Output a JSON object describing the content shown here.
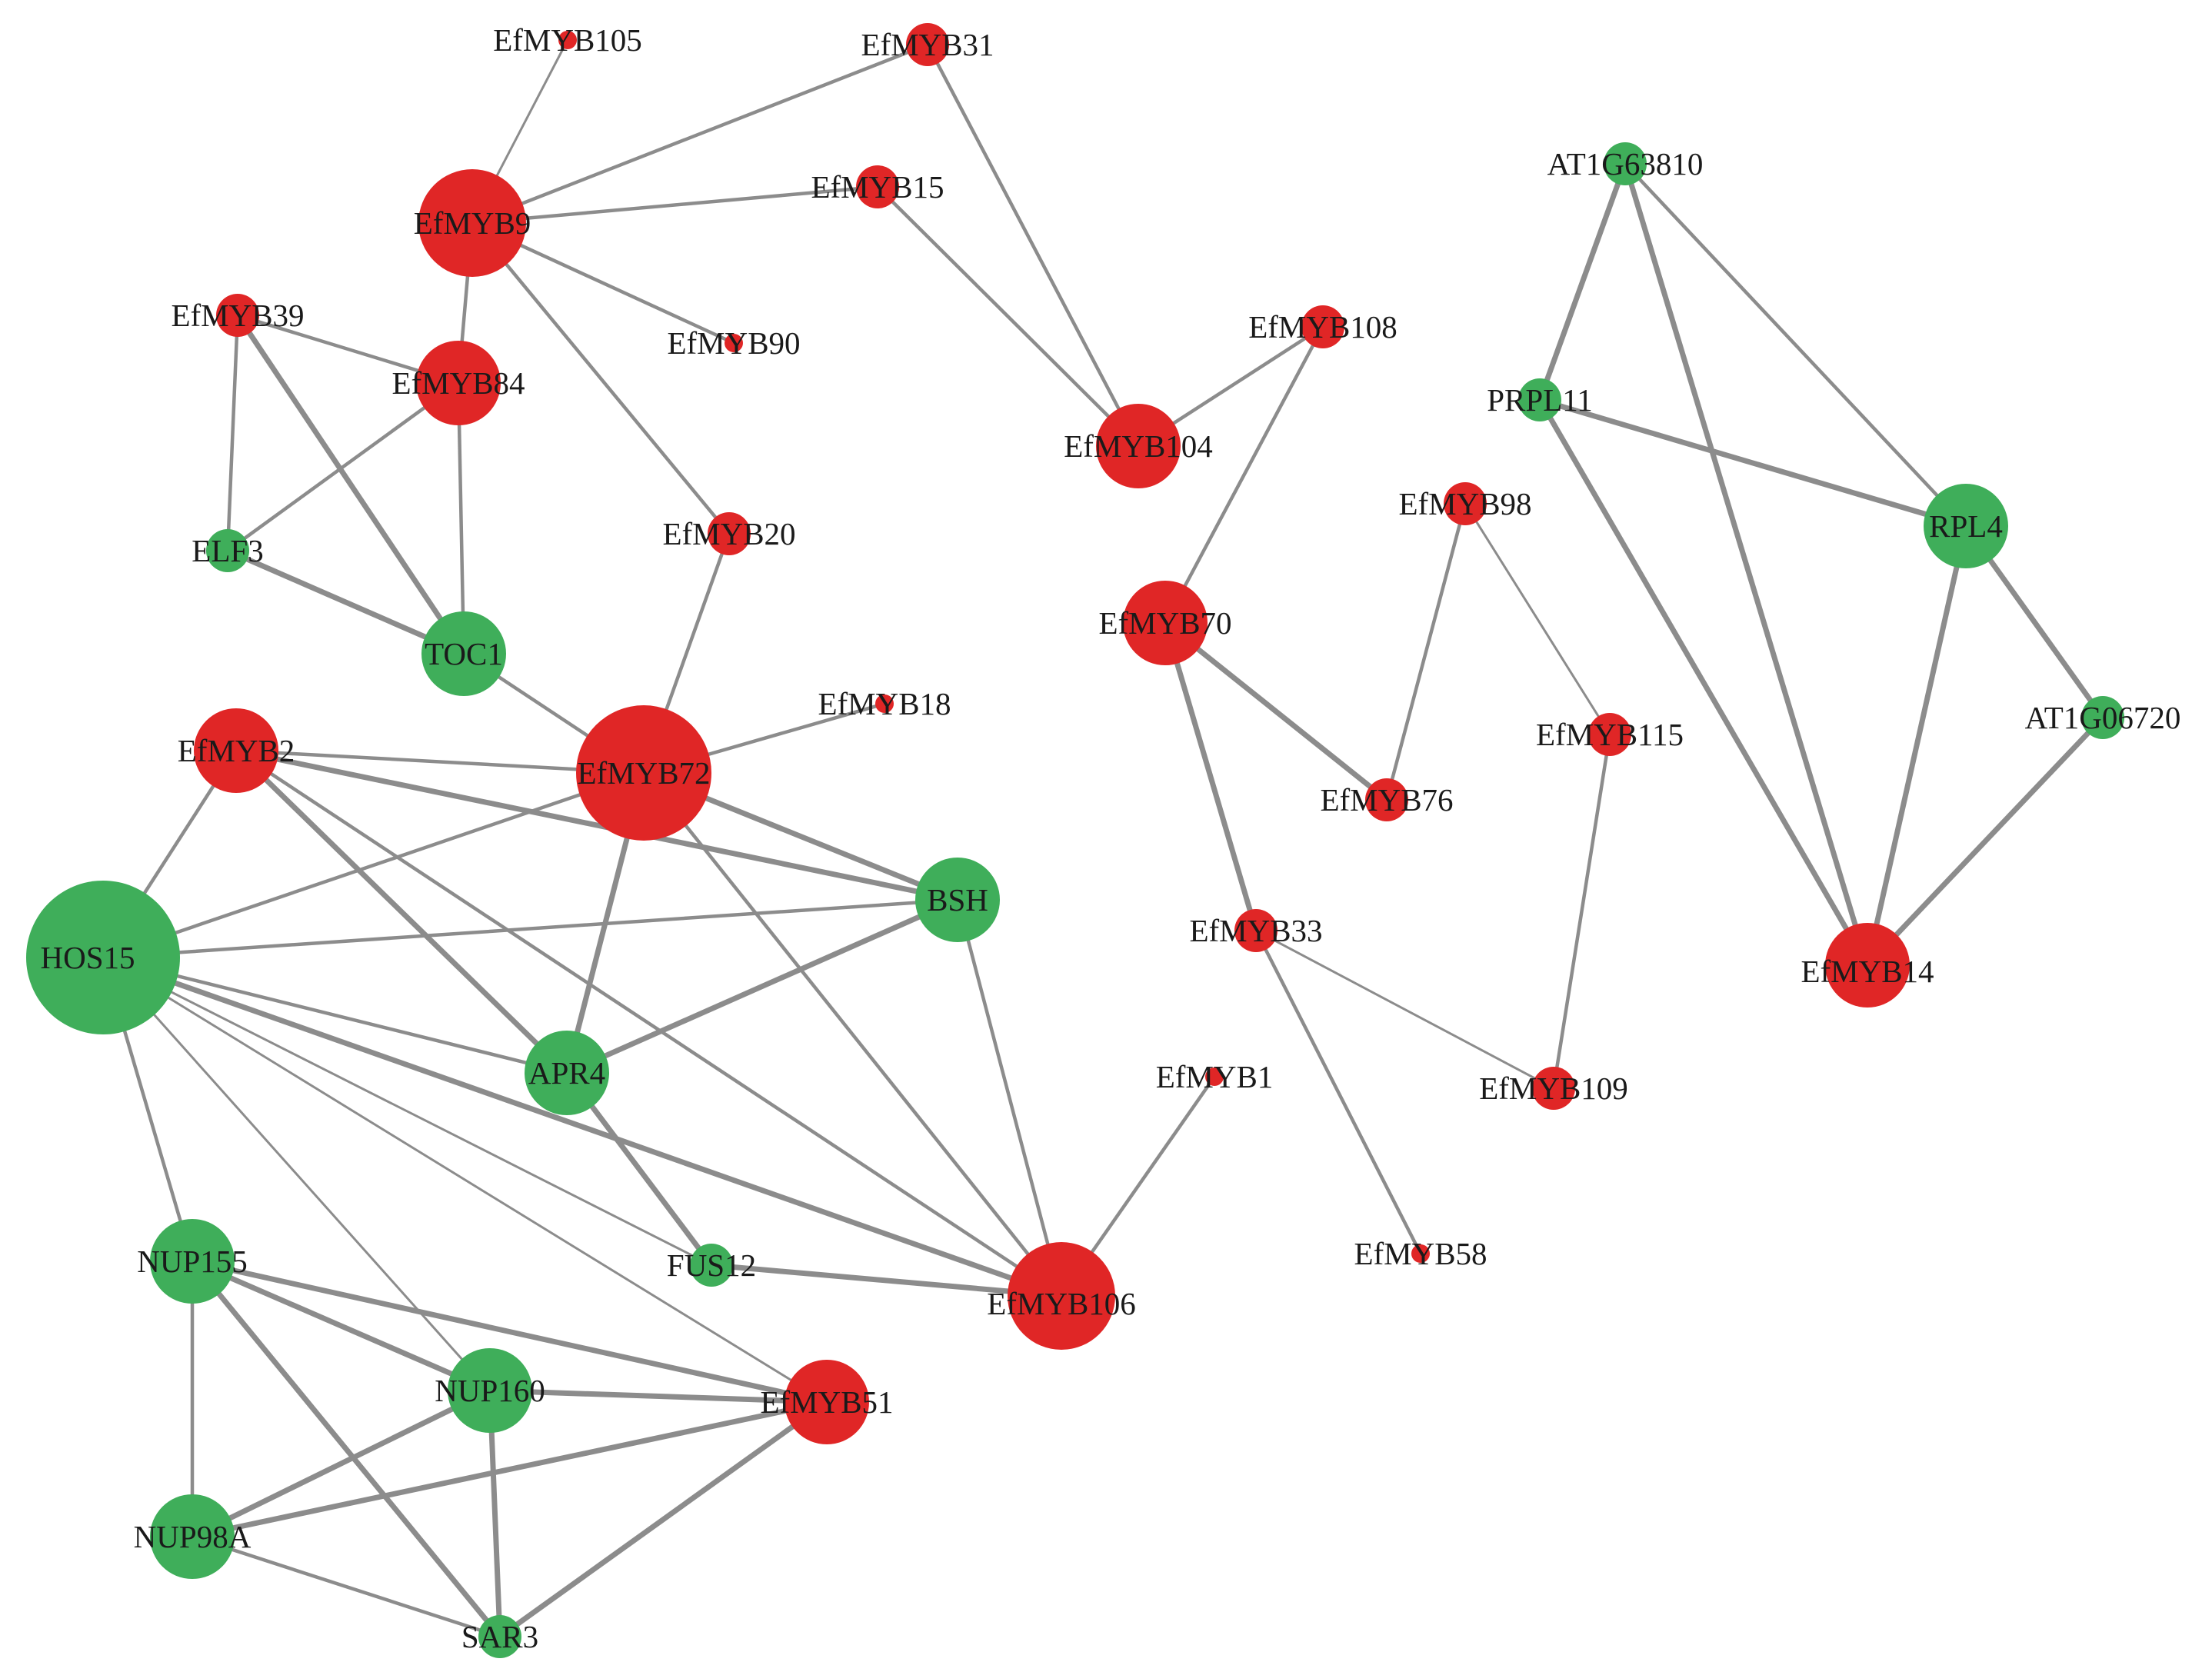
{
  "colors": {
    "red": "#e02626",
    "green": "#3fae5a",
    "edge": "#8c8c8c"
  },
  "nodes": [
    {
      "id": "EfMYB105",
      "label": "EfMYB105",
      "color": "red",
      "size": "tiny"
    },
    {
      "id": "EfMYB31",
      "label": "EfMYB31",
      "color": "red",
      "size": "small"
    },
    {
      "id": "EfMYB9",
      "label": "EfMYB9",
      "color": "red",
      "size": "large"
    },
    {
      "id": "EfMYB15",
      "label": "EfMYB15",
      "color": "red",
      "size": "small"
    },
    {
      "id": "EfMYB39",
      "label": "EfMYB39",
      "color": "red",
      "size": "small"
    },
    {
      "id": "EfMYB90",
      "label": "EfMYB90",
      "color": "red",
      "size": "tiny"
    },
    {
      "id": "EfMYB84",
      "label": "EfMYB84",
      "color": "red",
      "size": "medium"
    },
    {
      "id": "EfMYB108",
      "label": "EfMYB108",
      "color": "red",
      "size": "small"
    },
    {
      "id": "EfMYB104",
      "label": "EfMYB104",
      "color": "red",
      "size": "medium"
    },
    {
      "id": "EfMYB20",
      "label": "EfMYB20",
      "color": "red",
      "size": "small"
    },
    {
      "id": "ELF3",
      "label": "ELF3",
      "color": "green",
      "size": "small"
    },
    {
      "id": "TOC1",
      "label": "TOC1",
      "color": "green",
      "size": "medium"
    },
    {
      "id": "EfMYB98",
      "label": "EfMYB98",
      "color": "red",
      "size": "small"
    },
    {
      "id": "EfMYB70",
      "label": "EfMYB70",
      "color": "red",
      "size": "medium"
    },
    {
      "id": "EfMYB2",
      "label": "EfMYB2",
      "color": "red",
      "size": "medium"
    },
    {
      "id": "EfMYB72",
      "label": "EfMYB72",
      "color": "red",
      "size": "xlarge"
    },
    {
      "id": "EfMYB18",
      "label": "EfMYB18",
      "color": "red",
      "size": "tiny"
    },
    {
      "id": "EfMYB115",
      "label": "EfMYB115",
      "color": "red",
      "size": "small"
    },
    {
      "id": "EfMYB76",
      "label": "EfMYB76",
      "color": "red",
      "size": "small"
    },
    {
      "id": "BSH",
      "label": "BSH",
      "color": "green",
      "size": "medium"
    },
    {
      "id": "HOS15",
      "label": "HOS15",
      "color": "green",
      "size": "xxlarge"
    },
    {
      "id": "EfMYB33",
      "label": "EfMYB33",
      "color": "red",
      "size": "small"
    },
    {
      "id": "APR4",
      "label": "APR4",
      "color": "green",
      "size": "medium"
    },
    {
      "id": "EfMYB1",
      "label": "EfMYB1",
      "color": "red",
      "size": "tiny"
    },
    {
      "id": "EfMYB109",
      "label": "EfMYB109",
      "color": "red",
      "size": "small"
    },
    {
      "id": "NUP155",
      "label": "NUP155",
      "color": "green",
      "size": "medium"
    },
    {
      "id": "FUS12",
      "label": "FUS12",
      "color": "green",
      "size": "small"
    },
    {
      "id": "EfMYB106",
      "label": "EfMYB106",
      "color": "red",
      "size": "large"
    },
    {
      "id": "EfMYB58",
      "label": "EfMYB58",
      "color": "red",
      "size": "tiny"
    },
    {
      "id": "NUP160",
      "label": "NUP160",
      "color": "green",
      "size": "medium"
    },
    {
      "id": "EfMYB51",
      "label": "EfMYB51",
      "color": "red",
      "size": "medium"
    },
    {
      "id": "NUP98A",
      "label": "NUP98A",
      "color": "green",
      "size": "medium"
    },
    {
      "id": "SAR3",
      "label": "SAR3",
      "color": "green",
      "size": "small"
    },
    {
      "id": "AT1G63810",
      "label": "AT1G63810",
      "color": "green",
      "size": "small"
    },
    {
      "id": "PRPL11",
      "label": "PRPL11",
      "color": "green",
      "size": "small"
    },
    {
      "id": "RPL4",
      "label": "RPL4",
      "color": "green",
      "size": "medium"
    },
    {
      "id": "AT1G06720",
      "label": "AT1G06720",
      "color": "green",
      "size": "small"
    },
    {
      "id": "EfMYB14",
      "label": "EfMYB14",
      "color": "red",
      "size": "medium"
    }
  ],
  "edges": [
    {
      "source": "EfMYB9",
      "target": "EfMYB105",
      "weight": "thin"
    },
    {
      "source": "EfMYB9",
      "target": "EfMYB31",
      "weight": "medium"
    },
    {
      "source": "EfMYB9",
      "target": "EfMYB15",
      "weight": "medium"
    },
    {
      "source": "EfMYB9",
      "target": "EfMYB90",
      "weight": "medium"
    },
    {
      "source": "EfMYB9",
      "target": "EfMYB84",
      "weight": "medium"
    },
    {
      "source": "EfMYB9",
      "target": "EfMYB20",
      "weight": "medium"
    },
    {
      "source": "EfMYB31",
      "target": "EfMYB104",
      "weight": "medium"
    },
    {
      "source": "EfMYB15",
      "target": "EfMYB104",
      "weight": "medium"
    },
    {
      "source": "EfMYB104",
      "target": "EfMYB108",
      "weight": "medium"
    },
    {
      "source": "EfMYB108",
      "target": "EfMYB70",
      "weight": "medium"
    },
    {
      "source": "EfMYB39",
      "target": "EfMYB84",
      "weight": "medium"
    },
    {
      "source": "EfMYB39",
      "target": "ELF3",
      "weight": "medium"
    },
    {
      "source": "EfMYB39",
      "target": "TOC1",
      "weight": "thick"
    },
    {
      "source": "EfMYB84",
      "target": "ELF3",
      "weight": "medium"
    },
    {
      "source": "EfMYB84",
      "target": "TOC1",
      "weight": "medium"
    },
    {
      "source": "ELF3",
      "target": "TOC1",
      "weight": "thick"
    },
    {
      "source": "TOC1",
      "target": "EfMYB72",
      "weight": "medium"
    },
    {
      "source": "EfMYB20",
      "target": "EfMYB72",
      "weight": "medium"
    },
    {
      "source": "EfMYB72",
      "target": "EfMYB18",
      "weight": "medium"
    },
    {
      "source": "EfMYB2",
      "target": "EfMYB72",
      "weight": "medium"
    },
    {
      "source": "EfMYB2",
      "target": "BSH",
      "weight": "thick"
    },
    {
      "source": "EfMYB2",
      "target": "HOS15",
      "weight": "medium"
    },
    {
      "source": "EfMYB2",
      "target": "APR4",
      "weight": "thick"
    },
    {
      "source": "EfMYB2",
      "target": "EfMYB106",
      "weight": "medium"
    },
    {
      "source": "EfMYB72",
      "target": "BSH",
      "weight": "thick"
    },
    {
      "source": "EfMYB72",
      "target": "HOS15",
      "weight": "medium"
    },
    {
      "source": "EfMYB72",
      "target": "APR4",
      "weight": "thick"
    },
    {
      "source": "EfMYB72",
      "target": "EfMYB106",
      "weight": "medium"
    },
    {
      "source": "HOS15",
      "target": "BSH",
      "weight": "medium"
    },
    {
      "source": "HOS15",
      "target": "APR4",
      "weight": "medium"
    },
    {
      "source": "HOS15",
      "target": "FUS12",
      "weight": "thin"
    },
    {
      "source": "HOS15",
      "target": "EfMYB106",
      "weight": "thick"
    },
    {
      "source": "HOS15",
      "target": "NUP155",
      "weight": "medium"
    },
    {
      "source": "HOS15",
      "target": "NUP160",
      "weight": "thin"
    },
    {
      "source": "HOS15",
      "target": "EfMYB51",
      "weight": "thin"
    },
    {
      "source": "BSH",
      "target": "APR4",
      "weight": "thick"
    },
    {
      "source": "BSH",
      "target": "EfMYB106",
      "weight": "medium"
    },
    {
      "source": "APR4",
      "target": "FUS12",
      "weight": "thick"
    },
    {
      "source": "FUS12",
      "target": "EfMYB106",
      "weight": "thick"
    },
    {
      "source": "EfMYB106",
      "target": "EfMYB1",
      "weight": "medium"
    },
    {
      "source": "NUP155",
      "target": "NUP160",
      "weight": "thick"
    },
    {
      "source": "NUP155",
      "target": "EfMYB51",
      "weight": "thick"
    },
    {
      "source": "NUP155",
      "target": "NUP98A",
      "weight": "medium"
    },
    {
      "source": "NUP155",
      "target": "SAR3",
      "weight": "thick"
    },
    {
      "source": "NUP160",
      "target": "EfMYB51",
      "weight": "thick"
    },
    {
      "source": "NUP160",
      "target": "NUP98A",
      "weight": "thick"
    },
    {
      "source": "NUP160",
      "target": "SAR3",
      "weight": "thick"
    },
    {
      "source": "EfMYB51",
      "target": "NUP98A",
      "weight": "thick"
    },
    {
      "source": "EfMYB51",
      "target": "SAR3",
      "weight": "thick"
    },
    {
      "source": "NUP98A",
      "target": "SAR3",
      "weight": "medium"
    },
    {
      "source": "EfMYB70",
      "target": "EfMYB76",
      "weight": "thick"
    },
    {
      "source": "EfMYB70",
      "target": "EfMYB33",
      "weight": "thick"
    },
    {
      "source": "EfMYB98",
      "target": "EfMYB76",
      "weight": "medium"
    },
    {
      "source": "EfMYB98",
      "target": "EfMYB115",
      "weight": "thin"
    },
    {
      "source": "EfMYB115",
      "target": "EfMYB109",
      "weight": "medium"
    },
    {
      "source": "EfMYB33",
      "target": "EfMYB109",
      "weight": "thin"
    },
    {
      "source": "EfMYB33",
      "target": "EfMYB58",
      "weight": "medium"
    },
    {
      "source": "AT1G63810",
      "target": "PRPL11",
      "weight": "thick"
    },
    {
      "source": "AT1G63810",
      "target": "RPL4",
      "weight": "medium"
    },
    {
      "source": "AT1G63810",
      "target": "EfMYB14",
      "weight": "thick"
    },
    {
      "source": "PRPL11",
      "target": "RPL4",
      "weight": "thick"
    },
    {
      "source": "PRPL11",
      "target": "EfMYB14",
      "weight": "thick"
    },
    {
      "source": "RPL4",
      "target": "AT1G06720",
      "weight": "thick"
    },
    {
      "source": "RPL4",
      "target": "EfMYB14",
      "weight": "thick"
    },
    {
      "source": "AT1G06720",
      "target": "EfMYB14",
      "weight": "thick"
    }
  ]
}
